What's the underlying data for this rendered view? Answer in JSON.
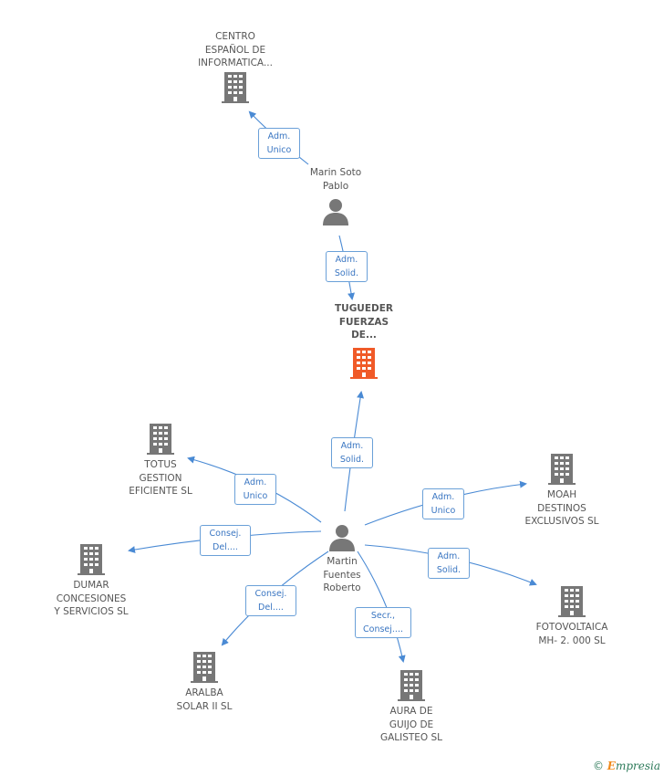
{
  "colors": {
    "edge": "#4a8ad4",
    "company": "#777777",
    "center": "#f05a28",
    "person": "#777777"
  },
  "nodes": {
    "centro": {
      "label": "CENTRO\nESPAÑOL DE\nINFORMATICA...",
      "icon": "building-icon"
    },
    "marin_soto": {
      "label": "Marin Soto\nPablo",
      "icon": "person-icon"
    },
    "tugueder": {
      "label": "TUGUEDER\nFUERZAS\nDE...",
      "icon": "building-icon"
    },
    "martin": {
      "label": "Martin\nFuentes\nRoberto",
      "icon": "person-icon"
    },
    "totus": {
      "label": "TOTUS\nGESTION\nEFICIENTE SL",
      "icon": "building-icon"
    },
    "dumar": {
      "label": "DUMAR\nCONCESIONES\nY SERVICIOS SL",
      "icon": "building-icon"
    },
    "aralba": {
      "label": "ARALBA\nSOLAR II SL",
      "icon": "building-icon"
    },
    "aura": {
      "label": "AURA DE\nGUIJO DE\nGALISTEO SL",
      "icon": "building-icon"
    },
    "fotovoltaica": {
      "label": "FOTOVOLTAICA\nMH- 2. 000 SL",
      "icon": "building-icon"
    },
    "moah": {
      "label": "MOAH\nDESTINOS\nEXCLUSIVOS SL",
      "icon": "building-icon"
    }
  },
  "relations": {
    "r_centro": "Adm.\nUnico",
    "r_tugueder_soto": "Adm.\nSolid.",
    "r_tugueder_martin": "Adm.\nSolid.",
    "r_totus": "Adm.\nUnico",
    "r_dumar": "Consej.\nDel....",
    "r_aralba": "Consej.\nDel....",
    "r_aura": "Secr.,\nConsej....",
    "r_fotovoltaica": "Adm.\nSolid.",
    "r_moah": "Adm.\nUnico"
  },
  "footer": {
    "copyright": "©",
    "brand_initial": "E",
    "brand_rest": "mpresia"
  }
}
